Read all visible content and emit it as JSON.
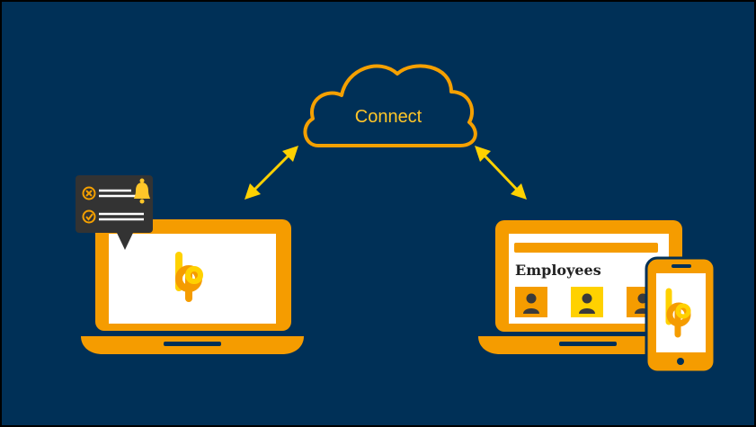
{
  "cloud": {
    "label": "Connect"
  },
  "dashboard": {
    "heading": "Employees"
  },
  "notification": {
    "items": [
      {
        "status": "rejected",
        "icon": "x-circle-icon"
      },
      {
        "status": "approved",
        "icon": "check-circle-icon"
      }
    ],
    "bell_icon": "bell-icon"
  },
  "logo": {
    "name": "bp-logo-icon"
  },
  "colors": {
    "background": "#003057",
    "accent": "#F5A000",
    "accent_light": "#FFC629",
    "logo_yellow": "#FFD100",
    "device_frame": "#F59C00",
    "screen": "#FFFFFF",
    "card_bg": "#333333",
    "avatar": "#3A3A3A"
  }
}
